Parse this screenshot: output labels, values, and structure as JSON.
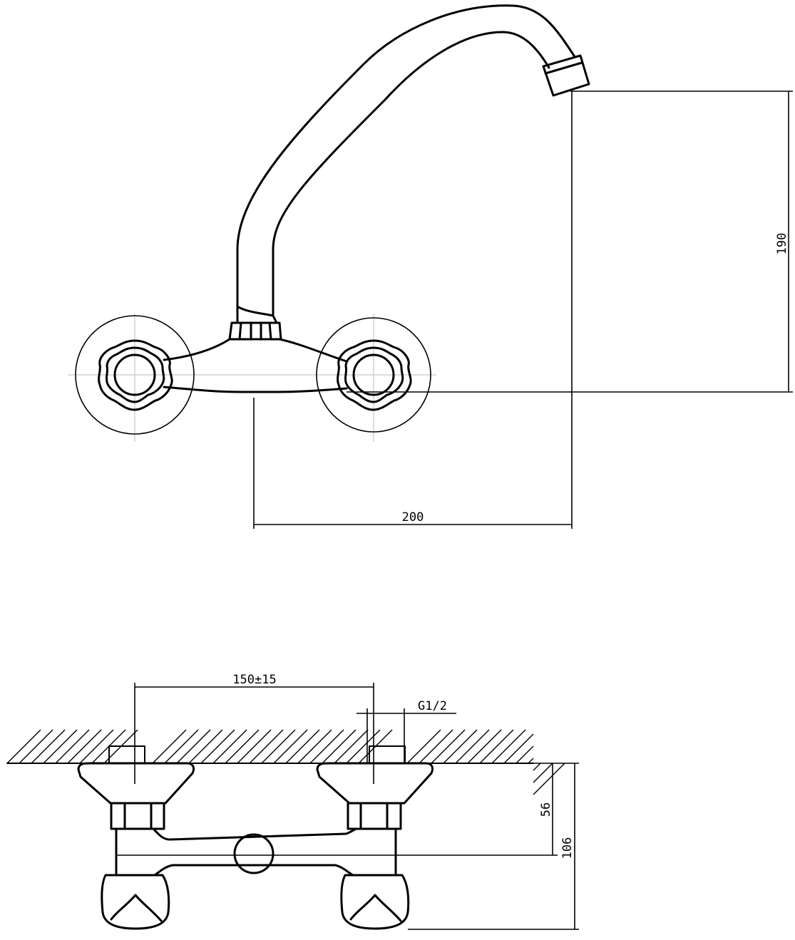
{
  "colors": {
    "line": "#000000",
    "center_line": "#c8c8c8",
    "background": "#ffffff"
  },
  "front_view": {
    "dim_height": "190",
    "dim_spout_reach": "200"
  },
  "side_view": {
    "dim_inlet_spacing": "150±15",
    "dim_thread": "G1/2",
    "dim_axis_depth": "56",
    "dim_total_depth": "106"
  }
}
